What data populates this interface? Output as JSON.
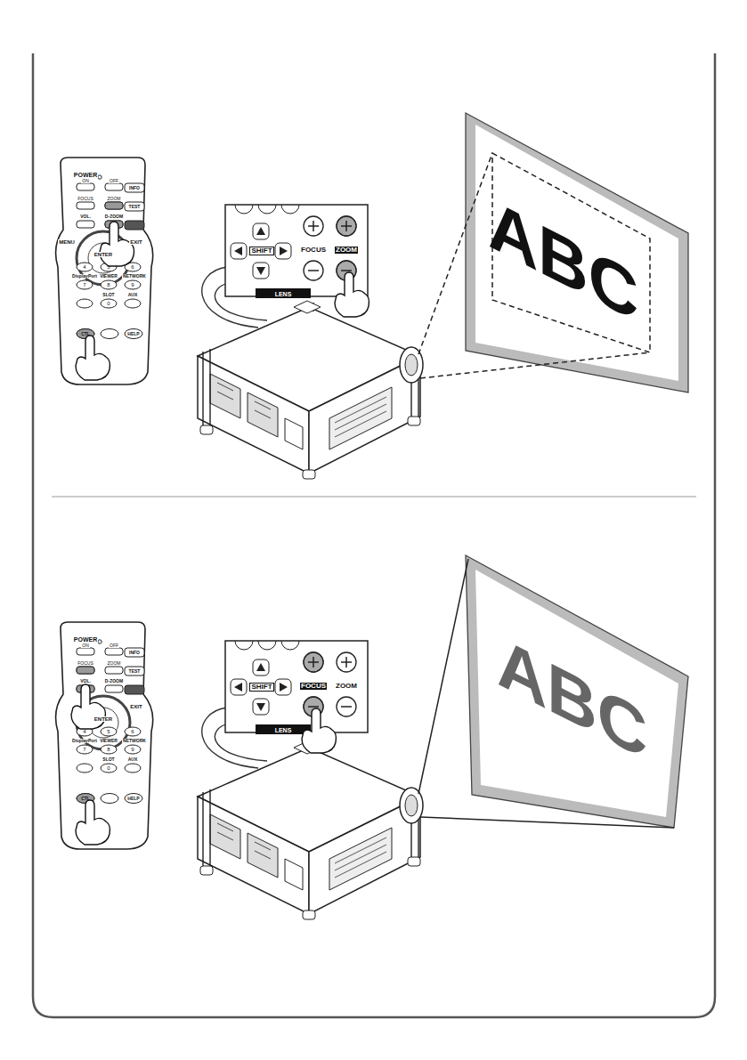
{
  "diagram": {
    "labels": [
      "POWER",
      "ON",
      "OFF",
      "INFO",
      "FOCUS",
      "ZOOM",
      "TEST",
      "VOL.",
      "D-ZOOM",
      "MENU",
      "EXIT",
      "ENTER",
      "4",
      "5",
      "6",
      "DisplayPort",
      "VIEWER",
      "NETWORK",
      "7",
      "8",
      "9",
      "SLOT",
      "AUX",
      "0",
      "CTL",
      "HELP",
      "SHIFT",
      "FOCUS",
      "ZOOM",
      "LENS",
      "ABC",
      "POWER",
      "ON",
      "OFF",
      "INFO",
      "FOCUS",
      "ZOOM",
      "TEST",
      "VOL.",
      "D-ZOOM",
      "EXIT",
      "ENTER",
      "4",
      "5",
      "6",
      "DisplayPort",
      "VIEWER",
      "NETWORK",
      "7",
      "8",
      "9",
      "SLOT",
      "AUX",
      "0",
      "CTL",
      "HELP",
      "SHIFT",
      "FOCUS",
      "ZOOM",
      "LENS",
      "ABC"
    ]
  }
}
